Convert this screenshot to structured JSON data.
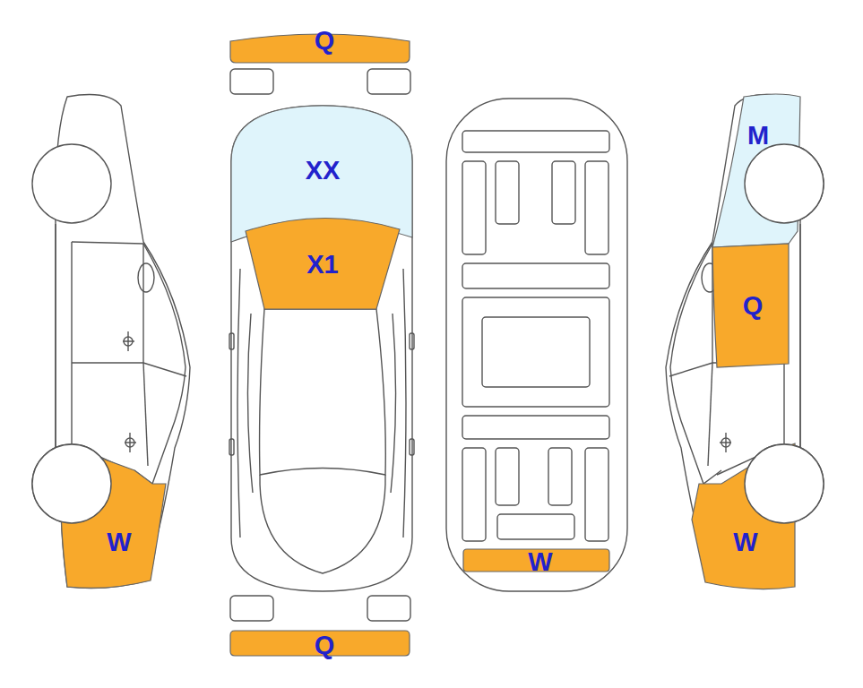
{
  "diagram": {
    "nodes": [
      {
        "text": [
          "Q"
        ]
      },
      {
        "text": [
          "XX"
        ]
      },
      {
        "text": [
          "M"
        ]
      },
      {
        "text": [
          "X1"
        ]
      },
      {
        "text": [
          "Q"
        ]
      },
      {
        "text": [
          "W"
        ]
      },
      {
        "text": [
          "W"
        ]
      },
      {
        "text": [
          "W"
        ]
      },
      {
        "text": [
          "Q"
        ]
      }
    ]
  }
}
